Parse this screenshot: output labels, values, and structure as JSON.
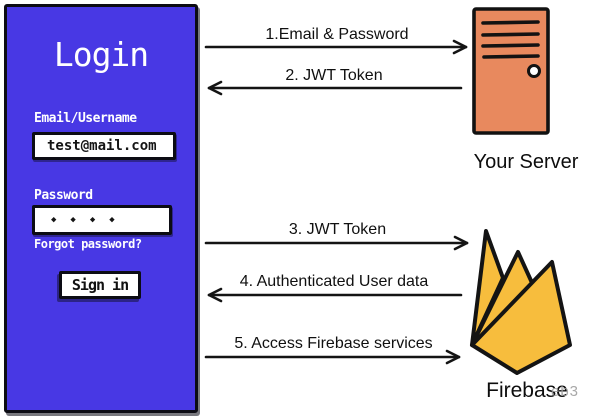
{
  "colors": {
    "panel_blue": "#4838e4",
    "server_orange": "#e8895e",
    "firebase_yellow": "#f7bd3d",
    "ink": "#111111"
  },
  "login_panel": {
    "title": "Login",
    "email_label": "Email/Username",
    "email_value": "test@mail.com",
    "password_label": "Password",
    "password_value": "◆◆◆◆",
    "forgot_link": "Forgot password?",
    "sign_in": "Sign in"
  },
  "server": {
    "caption": "Your Server"
  },
  "firebase": {
    "caption": "Firebase",
    "watermark": "eb3"
  },
  "arrows": [
    {
      "label": "1.Email & Password",
      "direction": "right"
    },
    {
      "label": "2. JWT Token",
      "direction": "left"
    },
    {
      "label": "3. JWT Token",
      "direction": "right"
    },
    {
      "label": "4. Authenticated User data",
      "direction": "left"
    },
    {
      "label": "5. Access Firebase services",
      "direction": "right"
    }
  ]
}
